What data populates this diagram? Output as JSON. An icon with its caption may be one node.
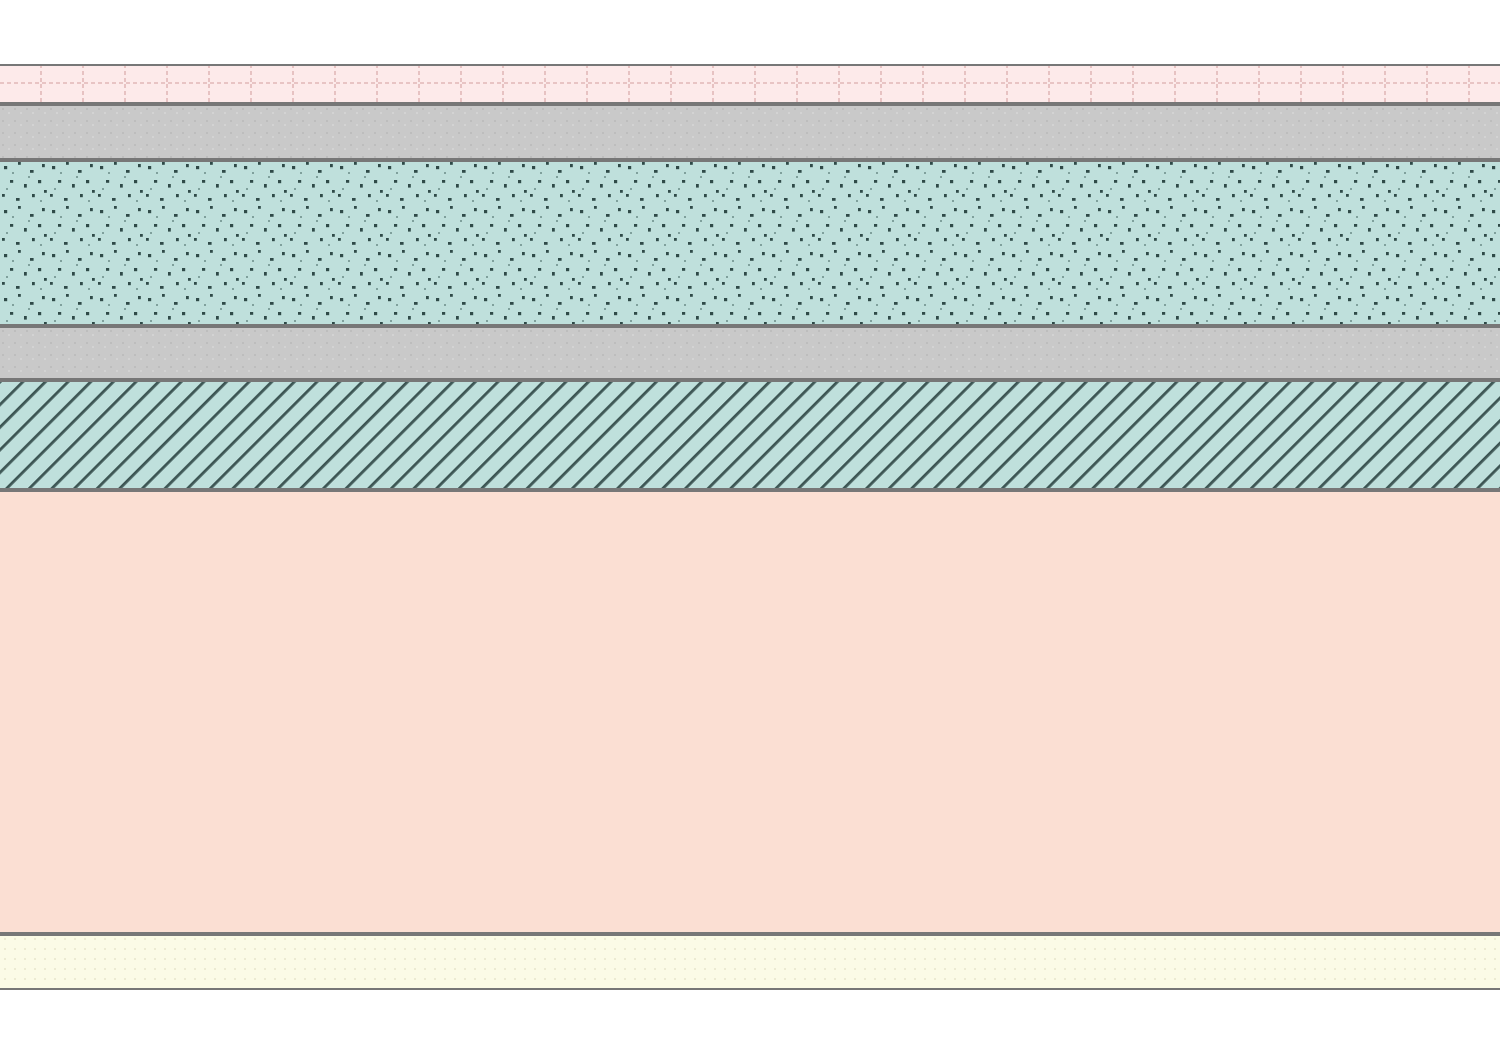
{
  "diagram": {
    "nodes": [
      {
        "text": [],
        "shape": "bar"
      },
      {
        "text": [],
        "shape": "bar"
      },
      {
        "text": [],
        "shape": "bar"
      },
      {
        "text": [],
        "shape": "bar"
      },
      {
        "text": [],
        "shape": "bar"
      },
      {
        "text": [],
        "shape": "bar"
      },
      {
        "text": [],
        "shape": "bar"
      }
    ]
  }
}
